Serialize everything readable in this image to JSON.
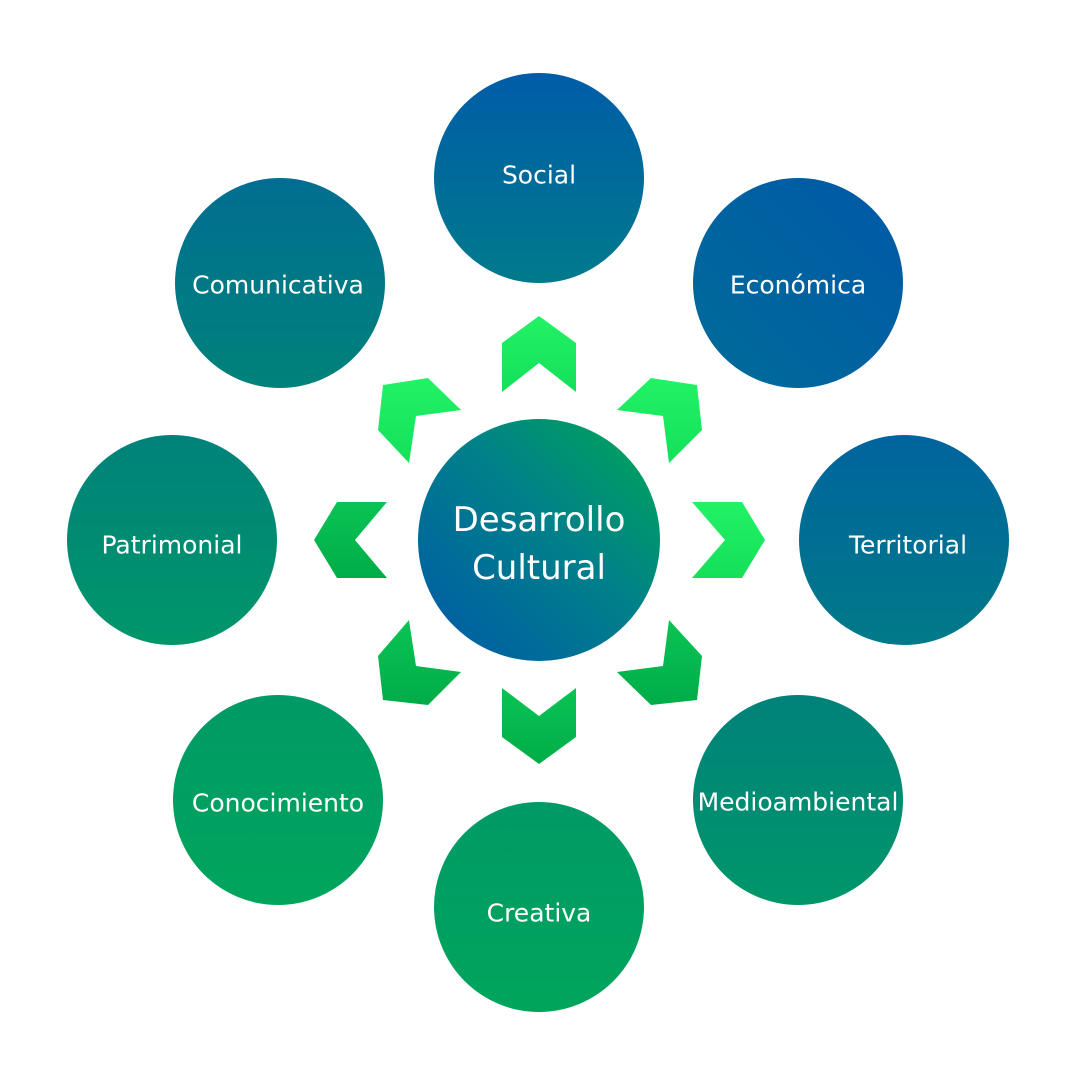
{
  "center": {
    "line1": "Desarrollo",
    "line2": "Cultural"
  },
  "nodes": [
    {
      "label": "Social"
    },
    {
      "label": "Económica"
    },
    {
      "label": "Territorial"
    },
    {
      "label": "Medioambiental"
    },
    {
      "label": "Creativa"
    },
    {
      "label": "Conocimiento"
    },
    {
      "label": "Patrimonial"
    },
    {
      "label": "Comunicativa"
    }
  ],
  "colors": {
    "blue": "#0062a8",
    "teal": "#00748e",
    "green": "#00a85a",
    "arrow_light": "#1ef063",
    "arrow_dark": "#00b04a"
  }
}
